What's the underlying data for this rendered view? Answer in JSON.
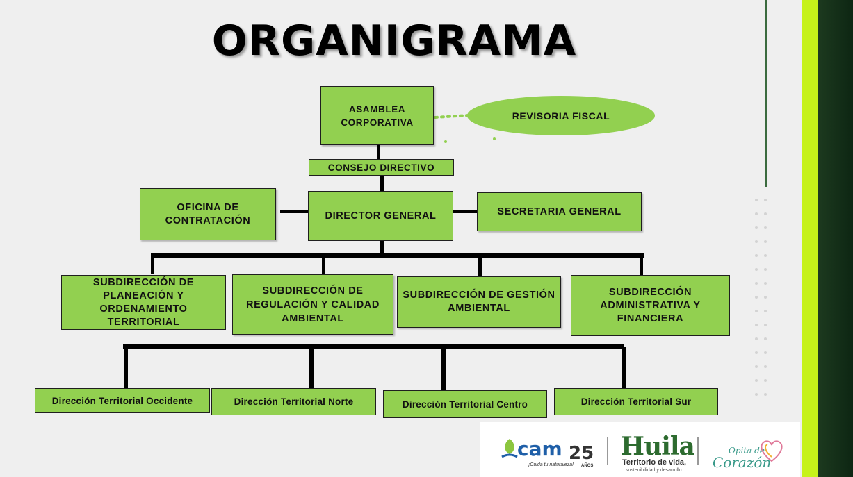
{
  "title": "ORGANIGRAMA",
  "nodes": {
    "asamblea": "ASAMBLEA CORPORATIVA",
    "revisoria": "REVISORIA FISCAL",
    "consejo": "CONSEJO DIRECTIVO",
    "oficina": "OFICINA DE CONTRATACIÓN",
    "director": "DIRECTOR GENERAL",
    "secretaria": "SECRETARIA GENERAL",
    "sub_planeacion": "SUBDIRECCIÓN DE PLANEACIÓN Y ORDENAMIENTO TERRITORIAL",
    "sub_regulacion": "SUBDIRECCIÓN DE REGULACIÓN Y CALIDAD AMBIENTAL",
    "sub_gestion": "SUBDIRECCIÓN DE GESTIÓN AMBIENTAL",
    "sub_admin": "SUBDIRECCIÓN ADMINISTRATIVA Y FINANCIERA",
    "dt_occidente": "Dirección Territorial Occidente",
    "dt_norte": "Dirección Territorial Norte",
    "dt_centro": "Dirección Territorial Centro",
    "dt_sur": "Dirección Territorial Sur"
  },
  "logos": {
    "cam": "cam",
    "cam_tagline": "¡Cuida tu naturaleza!",
    "cam_years": "25",
    "cam_years_label": "AÑOS",
    "huila": "Huila",
    "huila_tagline": "Territorio de vida,",
    "huila_sub": "sostenibilidad y desarrollo",
    "opita_1": "Opita de",
    "opita_2": "Corazón"
  },
  "colors": {
    "box_fill": "#92d050",
    "accent_lime": "#c6f21a",
    "connector": "#000000"
  }
}
